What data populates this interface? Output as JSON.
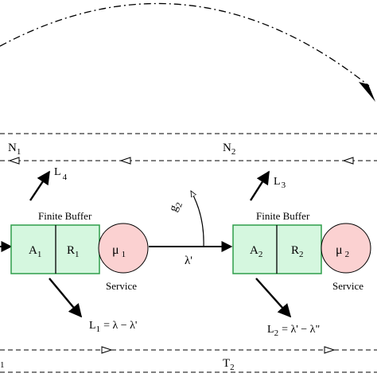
{
  "top_labels": {
    "n1": "N",
    "n1_sub": "1",
    "n2": "N",
    "n2_sub": "2"
  },
  "bottom_labels": {
    "t2": "T",
    "t2_sub": "2",
    "left_cut": "1"
  },
  "stage1": {
    "buffer_title": "Finite Buffer",
    "a": "A",
    "a_sub": "1",
    "r": "R",
    "r_sub": "1",
    "mu": "μ",
    "mu_sub": "1",
    "service": "Service",
    "loss_top": "L",
    "loss_top_sub": "4",
    "loss_bottom": "L",
    "loss_bottom_sub": "1",
    "loss_bottom_expr": "= λ − λ'"
  },
  "stage2": {
    "buffer_title": "Finite Buffer",
    "a": "A",
    "a_sub": "2",
    "r": "R",
    "r_sub": "2",
    "mu": "μ",
    "mu_sub": "2",
    "service": "Service",
    "loss_top": "L",
    "loss_top_sub": "3",
    "loss_bottom": "L",
    "loss_bottom_sub": "2",
    "loss_bottom_expr": "= λ' − λ\""
  },
  "link": {
    "lambda": "λ'",
    "g": "g",
    "g_sub": "2"
  },
  "colors": {
    "buffer_fill": "#d5f7df",
    "buffer_stroke": "#2e9e4a",
    "server_fill": "#fbd1d1",
    "line": "#000000"
  }
}
